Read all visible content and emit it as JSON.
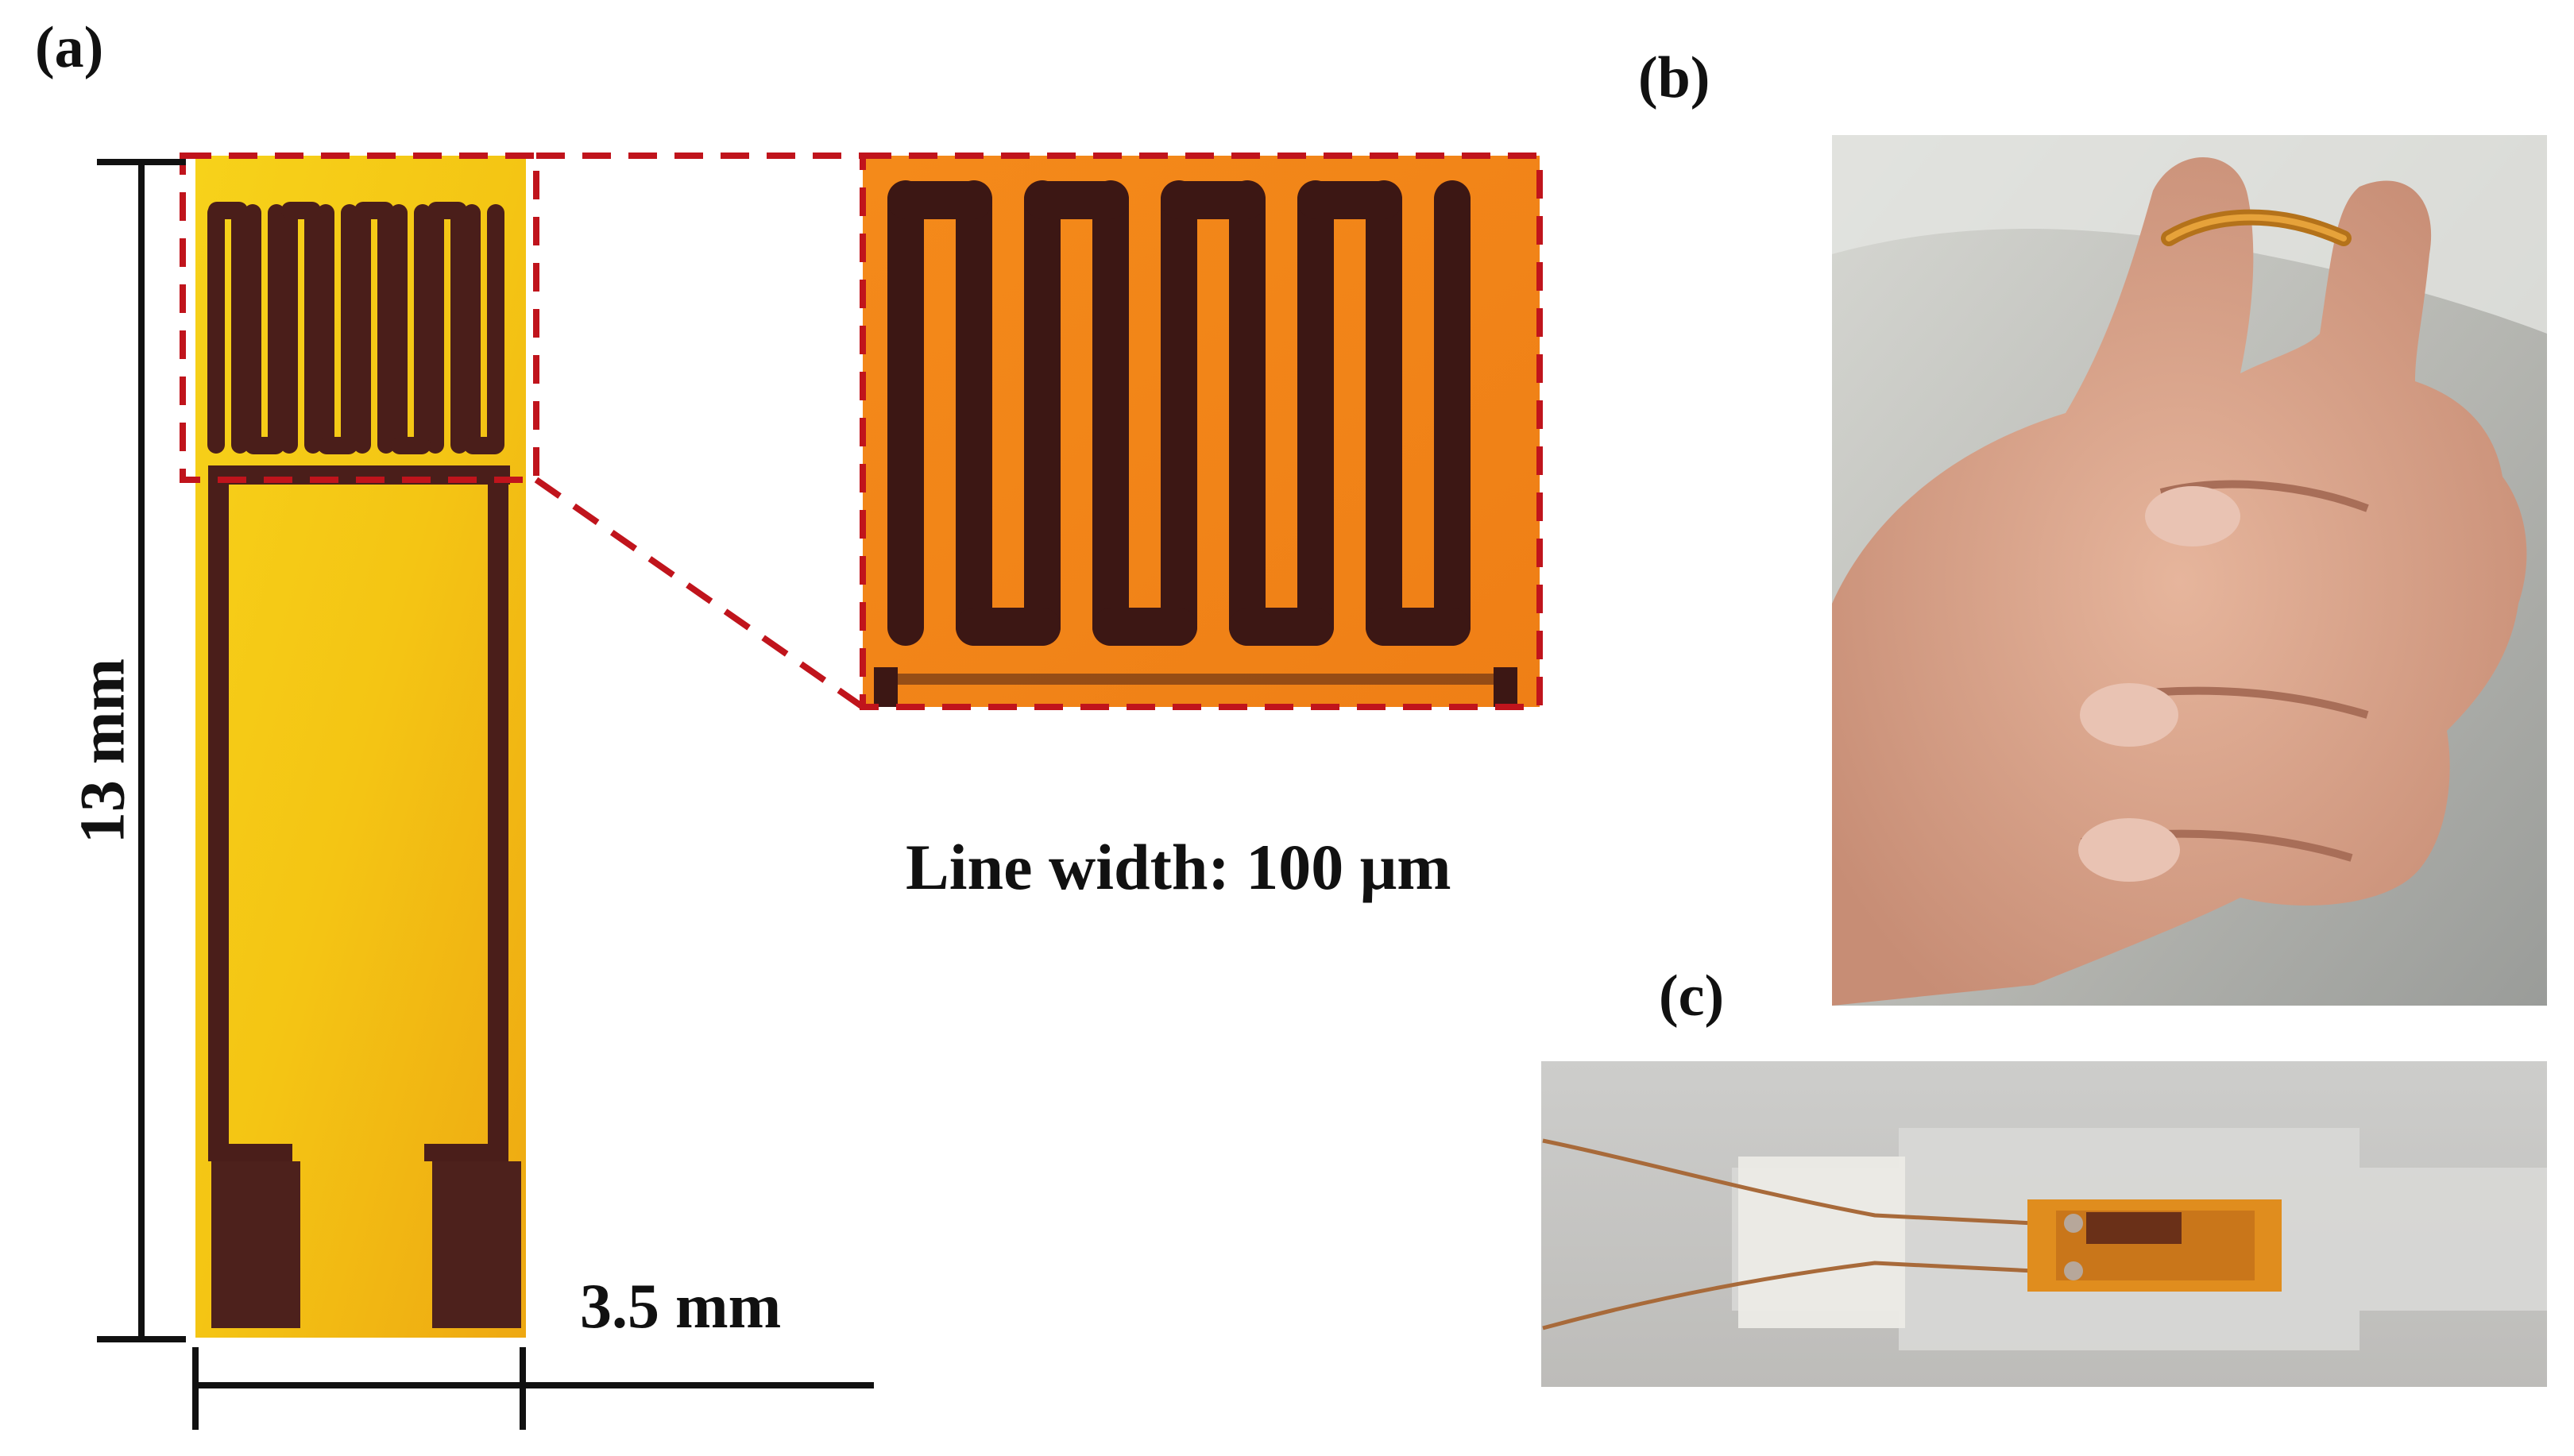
{
  "labels": {
    "panel_a": "(a)",
    "panel_b": "(b)",
    "panel_c": "(c)",
    "height": "13 mm",
    "width": "3.5 mm",
    "line_width": "Line width: 100 μm"
  },
  "colors": {
    "substrate_yellow": "#f2c21a",
    "zoom_orange": "#f08a1c",
    "trace_brown": "#4a1e1a",
    "dashed_red": "#c0141c",
    "scale_black": "#111111",
    "skin": "#d9a48a",
    "background_gray": "#c9c9c7"
  }
}
